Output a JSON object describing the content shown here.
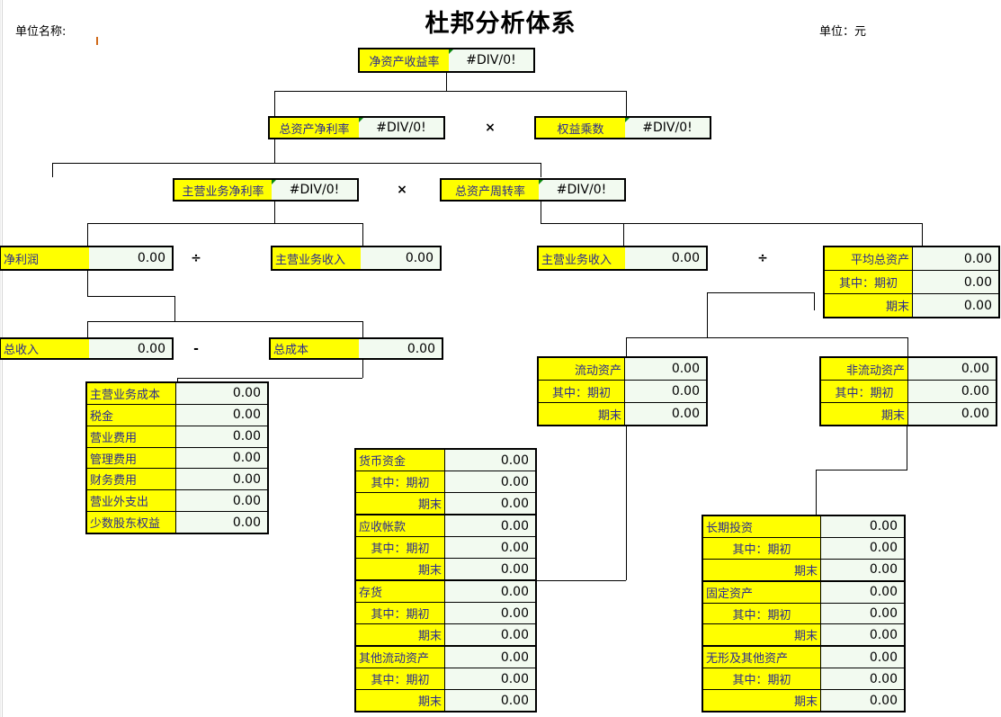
{
  "header": {
    "title": "杜邦分析体系",
    "unit_name_label": "单位名称:",
    "unit_label": "单位：元"
  },
  "operators": {
    "multiply": "×",
    "divide": "÷",
    "minus": "-"
  },
  "nodes": {
    "roe": {
      "label": "净资产收益率",
      "value": "#DIV/0!"
    },
    "roa": {
      "label": "总资产净利率",
      "value": "#DIV/0!"
    },
    "equity_mult": {
      "label": "权益乘数",
      "value": "#DIV/0!"
    },
    "net_margin": {
      "label": "主营业务净利率",
      "value": "#DIV/0!"
    },
    "asset_turnover": {
      "label": "总资产周转率",
      "value": "#DIV/0!"
    },
    "net_profit": {
      "label": "净利润",
      "value": "0.00"
    },
    "revenue_left": {
      "label": "主营业务收入",
      "value": "0.00"
    },
    "revenue_right": {
      "label": "主营业务收入",
      "value": "0.00"
    },
    "total_income": {
      "label": "总收入",
      "value": "0.00"
    },
    "total_cost": {
      "label": "总成本",
      "value": "0.00"
    }
  },
  "avg_assets": {
    "rows": [
      {
        "label": "平均总资产",
        "align": "r",
        "value": "0.00",
        "group": true
      },
      {
        "label": "其中：期初",
        "align": "c",
        "value": "0.00",
        "group": false
      },
      {
        "label": "期末",
        "align": "r",
        "value": "0.00",
        "group": false
      }
    ]
  },
  "cost_detail": {
    "rows": [
      {
        "label": "主营业务成本",
        "align": "l",
        "value": "0.00"
      },
      {
        "label": "税金",
        "align": "l",
        "value": "0.00"
      },
      {
        "label": "营业费用",
        "align": "l",
        "value": "0.00"
      },
      {
        "label": "管理费用",
        "align": "l",
        "value": "0.00"
      },
      {
        "label": "财务费用",
        "align": "l",
        "value": "0.00"
      },
      {
        "label": "营业外支出",
        "align": "l",
        "value": "0.00"
      },
      {
        "label": "少数股东权益",
        "align": "l",
        "value": "0.00"
      }
    ]
  },
  "current_assets": {
    "rows": [
      {
        "label": "流动资产",
        "align": "r",
        "value": "0.00",
        "group": true
      },
      {
        "label": "其中：期初",
        "align": "c",
        "value": "0.00",
        "group": false
      },
      {
        "label": "期末",
        "align": "r",
        "value": "0.00",
        "group": false
      }
    ]
  },
  "noncurrent_assets": {
    "rows": [
      {
        "label": "非流动资产",
        "align": "r",
        "value": "0.00",
        "group": true
      },
      {
        "label": "其中：期初",
        "align": "c",
        "value": "0.00",
        "group": false
      },
      {
        "label": "期末",
        "align": "r",
        "value": "0.00",
        "group": false
      }
    ]
  },
  "current_assets_detail": {
    "rows": [
      {
        "label": "货币资金",
        "align": "l",
        "value": "0.00",
        "group": true
      },
      {
        "label": "其中：期初",
        "align": "c",
        "value": "0.00",
        "group": false
      },
      {
        "label": "期末",
        "align": "r",
        "value": "0.00",
        "group": false
      },
      {
        "label": "应收帐款",
        "align": "l",
        "value": "0.00",
        "group": true
      },
      {
        "label": "其中：期初",
        "align": "c",
        "value": "0.00",
        "group": false
      },
      {
        "label": "期末",
        "align": "r",
        "value": "0.00",
        "group": false
      },
      {
        "label": "存货",
        "align": "l",
        "value": "0.00",
        "group": true
      },
      {
        "label": "其中：期初",
        "align": "c",
        "value": "0.00",
        "group": false
      },
      {
        "label": "期末",
        "align": "r",
        "value": "0.00",
        "group": false
      },
      {
        "label": "其他流动资产",
        "align": "l",
        "value": "0.00",
        "group": true
      },
      {
        "label": "其中：期初",
        "align": "c",
        "value": "0.00",
        "group": false
      },
      {
        "label": "期末",
        "align": "r",
        "value": "0.00",
        "group": false
      }
    ]
  },
  "noncurrent_assets_detail": {
    "rows": [
      {
        "label": "长期投资",
        "align": "l",
        "value": "0.00",
        "group": true
      },
      {
        "label": "其中：期初",
        "align": "c",
        "value": "0.00",
        "group": false
      },
      {
        "label": "期末",
        "align": "r",
        "value": "0.00",
        "group": false
      },
      {
        "label": "固定资产",
        "align": "l",
        "value": "0.00",
        "group": true
      },
      {
        "label": "其中：期初",
        "align": "c",
        "value": "0.00",
        "group": false
      },
      {
        "label": "期末",
        "align": "r",
        "value": "0.00",
        "group": false
      },
      {
        "label": "无形及其他资产",
        "align": "l",
        "value": "0.00",
        "group": true
      },
      {
        "label": "其中：期初",
        "align": "c",
        "value": "0.00",
        "group": false
      },
      {
        "label": "期末",
        "align": "r",
        "value": "0.00",
        "group": false
      }
    ]
  },
  "colors": {
    "label_fill": "#ffff00",
    "value_fill": "#f2faf0",
    "label_text": "#2b2b8f",
    "border": "#000000",
    "comment_marker": "#0d8a0d"
  }
}
